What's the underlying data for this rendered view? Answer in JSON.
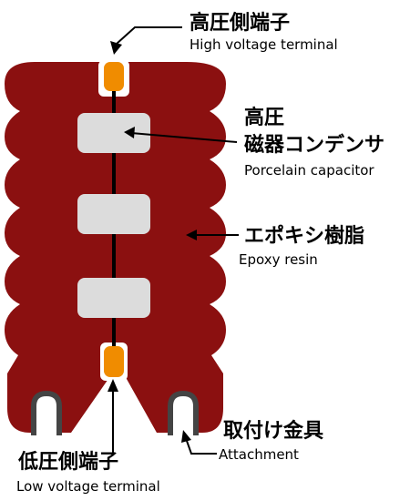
{
  "labels": {
    "high_voltage_terminal": {
      "ja": "高圧側端子",
      "en": "High voltage terminal"
    },
    "porcelain_capacitor": {
      "ja_line1": "高圧",
      "ja_line2": "磁器コンデンサ",
      "en": "Porcelain capacitor"
    },
    "epoxy_resin": {
      "ja": "エポキシ樹脂",
      "en": "Epoxy resin"
    },
    "attachment": {
      "ja": "取付け金具",
      "en": "Attachment"
    },
    "low_voltage_terminal": {
      "ja": "低圧側端子",
      "en": "Low voltage terminal"
    }
  },
  "colors": {
    "resin": "#8b1010",
    "capacitor": "#dcdcdc",
    "terminal": "#f08c00",
    "conductor": "#000000",
    "attachment": "#444444"
  }
}
